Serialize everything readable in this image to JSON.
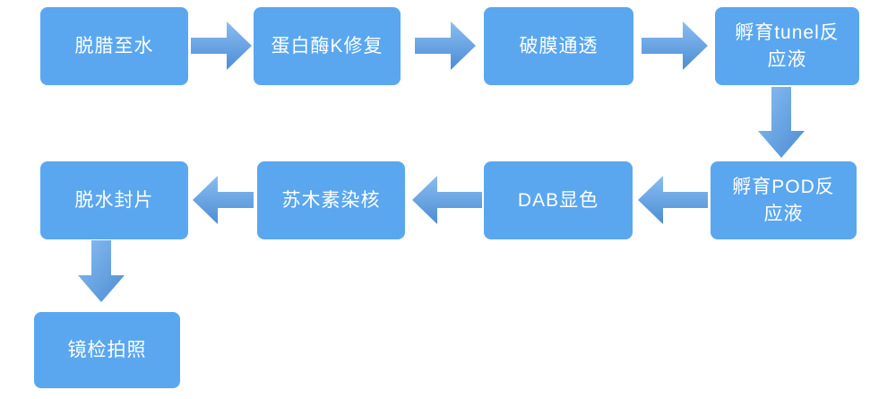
{
  "diagram": {
    "title_hint": "TUNEL staining workflow flowchart",
    "colors": {
      "node_fill": "#5aa7f0",
      "node_text": "#ffffff",
      "arrow_gradient_light": "#8abdf1",
      "arrow_gradient_dark": "#4c8dd4",
      "background": "#ffffff"
    },
    "nodes": [
      {
        "id": "step-1",
        "label": "脱腊至水"
      },
      {
        "id": "step-2",
        "label": "蛋白酶K修复"
      },
      {
        "id": "step-3",
        "label": "破膜通透"
      },
      {
        "id": "step-4",
        "label": "孵育tunel反\n应液"
      },
      {
        "id": "step-5",
        "label": "孵育POD反\n应液"
      },
      {
        "id": "step-6",
        "label": "DAB显色"
      },
      {
        "id": "step-7",
        "label": "苏木素染核"
      },
      {
        "id": "step-8",
        "label": "脱水封片"
      },
      {
        "id": "step-9",
        "label": "镜检拍照"
      }
    ],
    "arrows": [
      {
        "from": "脱腊至水",
        "to": "蛋白酶K修复",
        "direction": "right"
      },
      {
        "from": "蛋白酶K修复",
        "to": "破膜通透",
        "direction": "right"
      },
      {
        "from": "破膜通透",
        "to": "孵育tunel反应液",
        "direction": "right"
      },
      {
        "from": "孵育tunel反应液",
        "to": "孵育POD反应液",
        "direction": "down"
      },
      {
        "from": "孵育POD反应液",
        "to": "DAB显色",
        "direction": "left"
      },
      {
        "from": "DAB显色",
        "to": "苏木素染核",
        "direction": "left"
      },
      {
        "from": "苏木素染核",
        "to": "脱水封片",
        "direction": "left"
      },
      {
        "from": "脱水封片",
        "to": "镜检拍照",
        "direction": "down"
      }
    ]
  }
}
